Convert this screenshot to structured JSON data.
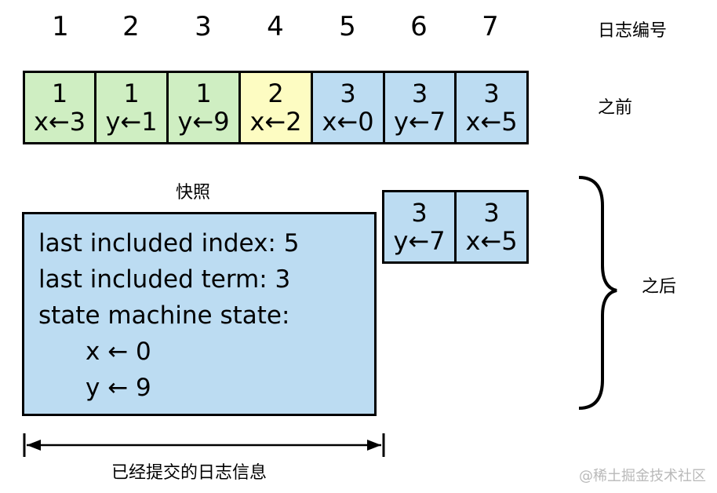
{
  "index_numbers": [
    "1",
    "2",
    "3",
    "4",
    "5",
    "6",
    "7"
  ],
  "labels": {
    "log_index": "日志编号",
    "before": "之前",
    "after": "之后",
    "snapshot": "快照",
    "committed": "已经提交的日志信息"
  },
  "before_entries": [
    {
      "term": "1",
      "command": "x←3",
      "color": "#cfeec2"
    },
    {
      "term": "1",
      "command": "y←1",
      "color": "#cfeec2"
    },
    {
      "term": "1",
      "command": "y←9",
      "color": "#cfeec2"
    },
    {
      "term": "2",
      "command": "x←2",
      "color": "#fdfcc2"
    },
    {
      "term": "3",
      "command": "x←0",
      "color": "#bcdcf2"
    },
    {
      "term": "3",
      "command": "y←7",
      "color": "#bcdcf2"
    },
    {
      "term": "3",
      "command": "x←5",
      "color": "#bcdcf2"
    }
  ],
  "after_entries": [
    {
      "term": "3",
      "command": "y←7",
      "color": "#bcdcf2"
    },
    {
      "term": "3",
      "command": "x←5",
      "color": "#bcdcf2"
    }
  ],
  "snapshot": {
    "line1": "last included index: 5",
    "line2": "last included term: 3",
    "line3": "state machine state:",
    "line4": "x ← 0",
    "line5": "y ← 9"
  },
  "watermark": "@稀土掘金技术社区"
}
